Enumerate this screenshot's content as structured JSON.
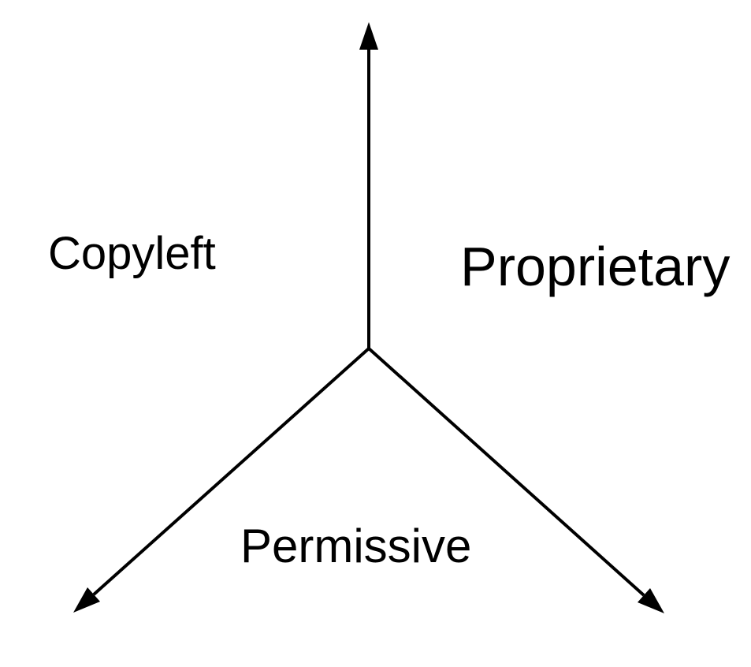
{
  "diagram": {
    "background_color": "#ffffff",
    "arrow_color": "#000000",
    "text_color": "#000000",
    "labels": [
      {
        "text": "Copyleft",
        "position": "upper-left"
      },
      {
        "text": "Proprietary",
        "position": "upper-right"
      },
      {
        "text": "Permissive",
        "position": "bottom-center"
      }
    ],
    "arrows": [
      {
        "name": "up-arrow",
        "direction": "up"
      },
      {
        "name": "down-left-arrow",
        "direction": "down-left"
      },
      {
        "name": "down-right-arrow",
        "direction": "down-right"
      }
    ]
  }
}
